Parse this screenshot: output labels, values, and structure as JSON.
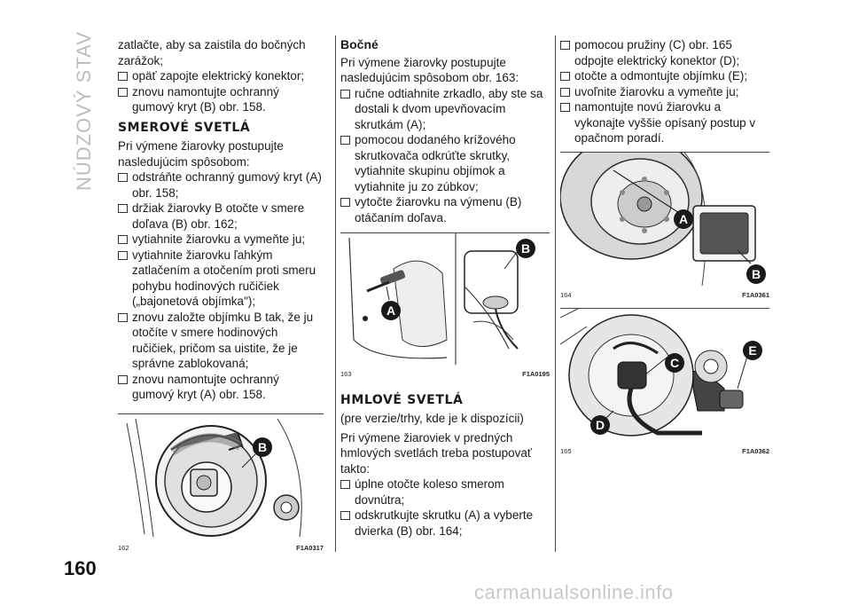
{
  "side_title": "NÚDZOVÝ STAV",
  "page_number": "160",
  "watermark": "carmanualsonline.info",
  "col1": {
    "intro": "zatlačte, aby sa zaistila do bočných zarážok;",
    "bullets1": [
      "opäť zapojte elektrický konektor;",
      "znovu namontujte ochranný gumový kryt (B) obr. 158."
    ],
    "heading": "SMEROVÉ SVETLÁ",
    "para": "Pri výmene žiarovky postupujte nasledujúcim spôsobom:",
    "bullets2": [
      "odstráňte ochranný gumový kryt (A) obr. 158;",
      "držiak žiarovky B otočte v smere doľava (B) obr. 162;",
      "vytiahnite žiarovku a vymeňte ju;",
      "vytiahnite žiarovku ľahkým zatlačením a otočením proti smeru pohybu hodinových ručičiek („bajonetová objímka\");",
      "znovu založte objímku B tak, že ju otočíte v smere hodinových ručičiek, pričom sa uistite, že je správne zablokovaná;",
      "znovu namontujte ochranný gumový kryt (A) obr. 158."
    ],
    "figure": {
      "number": "162",
      "code": "F1A0317",
      "label_b": "B"
    }
  },
  "col2": {
    "subheading": "Bočné",
    "para": "Pri výmene žiarovky postupujte nasledujúcim spôsobom obr. 163:",
    "bullets1": [
      "ručne odtiahnite zrkadlo, aby ste sa dostali k dvom upevňovacím skrutkám (A);",
      "pomocou dodaného krížového skrutkovača odkrúťte skrutky, vytiahnite skupinu objímok a vytiahnite ju zo zúbkov;",
      "vytočte žiarovku na výmenu (B) otáčaním doľava."
    ],
    "figure": {
      "number": "163",
      "code": "F1A0195",
      "label_a": "A",
      "label_b": "B"
    },
    "heading": "HMLOVÉ SVETLÁ",
    "para2": "(pre verzie/trhy, kde je k dispozícii)",
    "para3": "Pri výmene žiaroviek v predných hmlových svetlách treba postupovať takto:",
    "bullets2": [
      "úplne otočte koleso smerom dovnútra;",
      "odskrutkujte skrutku (A) a vyberte dvierka (B) obr. 164;"
    ]
  },
  "col3": {
    "bullets1": [
      "pomocou pružiny (C) obr. 165 odpojte elektrický konektor (D);",
      "otočte a odmontujte objímku (E);",
      "uvoľnite žiarovku a vymeňte ju;",
      "namontujte novú žiarovku a vykonajte vyššie opísaný postup v opačnom poradí."
    ],
    "figure1": {
      "number": "164",
      "code": "F1A0361",
      "label_a": "A",
      "label_b": "B"
    },
    "figure2": {
      "number": "165",
      "code": "F1A0362",
      "label_c": "C",
      "label_d": "D",
      "label_e": "E"
    }
  }
}
